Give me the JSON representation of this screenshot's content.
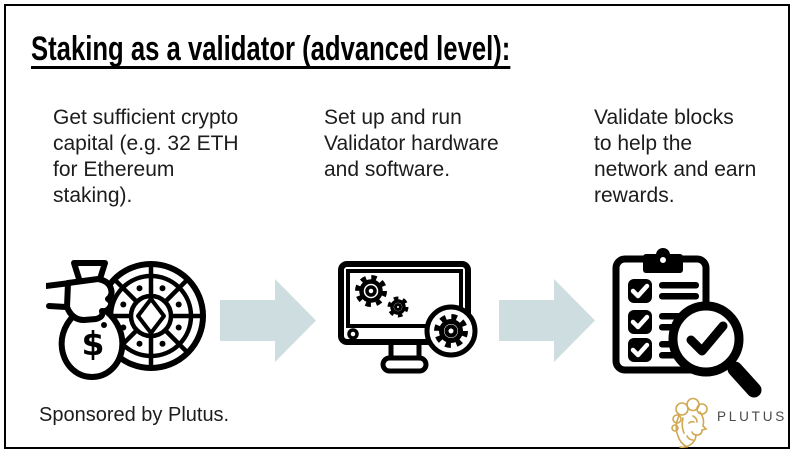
{
  "title": "Staking as a validator (advanced level):",
  "steps": [
    {
      "label": "Get sufficient crypto\ncapital (e.g. 32 ETH\nfor Ethereum\nstaking).",
      "icon": "money-bag-coin-icon"
    },
    {
      "label": "Set up and run\nValidator hardware\nand software.",
      "icon": "validator-computer-gears-icon"
    },
    {
      "label": "Validate blocks\nto help the\nnetwork and earn\nrewards.",
      "icon": "clipboard-checklist-magnifier-icon"
    }
  ],
  "icons": {
    "dollar_sign": "$"
  },
  "footer": {
    "sponsored_text": "Sponsored by Plutus.",
    "brand_wordmark": "PLUTUS"
  },
  "colors": {
    "arrow_fill": "#cedde0",
    "brand_gold": "#d0a852",
    "brand_text": "#4a4a4a",
    "line": "#000000"
  }
}
